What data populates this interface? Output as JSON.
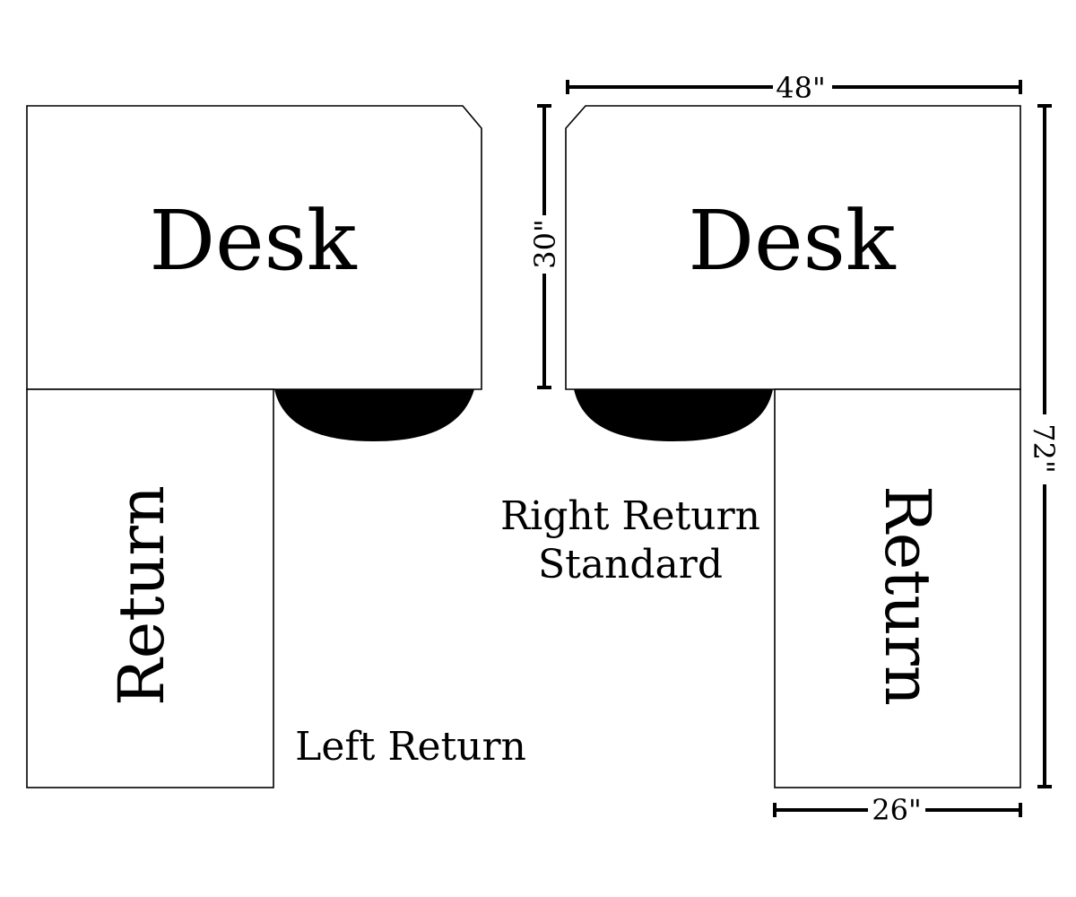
{
  "left_layout": {
    "desk_label": "Desk",
    "return_label": "Return",
    "caption": "Left Return"
  },
  "right_layout": {
    "desk_label": "Desk",
    "return_label": "Return",
    "caption_line1": "Right Return",
    "caption_line2": "Standard"
  },
  "dimensions": {
    "desk_width": "48\"",
    "desk_depth": "30\"",
    "overall_length": "72\"",
    "return_depth": "26\""
  }
}
